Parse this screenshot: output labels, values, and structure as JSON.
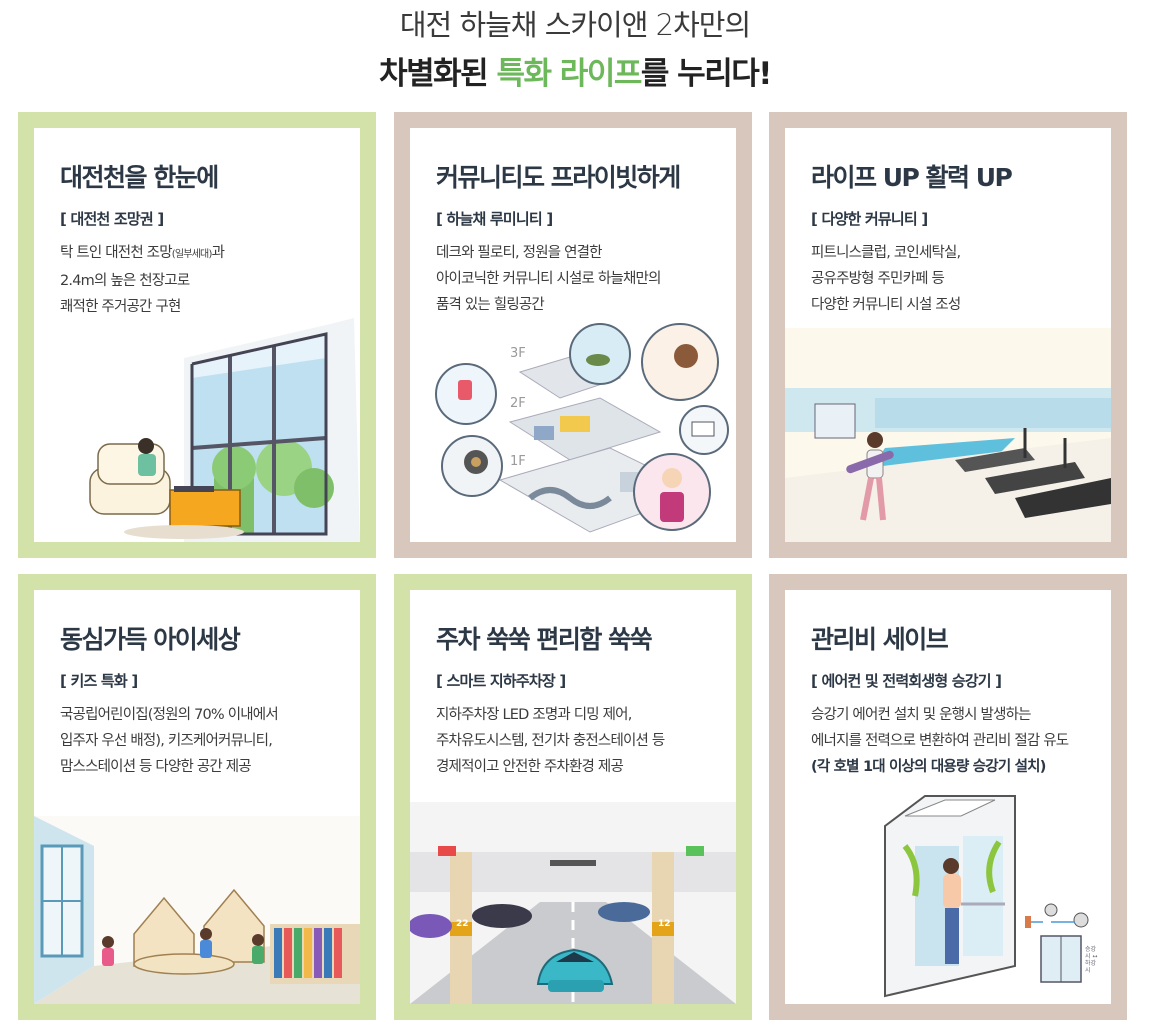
{
  "headline": {
    "line1": "대전 하늘채 스카이앤 2차만의",
    "line2_before": "차별화된 ",
    "line2_accent": "특화 라이프",
    "line2_after": "를 누리다!"
  },
  "colors": {
    "accent_green": "#6cb85a",
    "frame_green": "#d2e2a9",
    "frame_tan": "#d7c7bc",
    "title_navy": "#2c3845"
  },
  "cards": [
    {
      "title": "대전천을 한눈에",
      "subtitle": "[ 대전천 조망권 ]",
      "desc_line1_a": "탁 트인 대전천 조망",
      "desc_line1_small": "(일부세대)",
      "desc_line1_b": "과",
      "desc_line2": "2.4m의 높은 천장고로",
      "desc_line3": "쾌적한 주거공간 구현",
      "icon": "window-view-illustration"
    },
    {
      "title": "커뮤니티도 프라이빗하게",
      "subtitle": "[ 하늘채 루미니티 ]",
      "desc_line1": "데크와 필로티, 정원을 연결한",
      "desc_line2": "아이코닉한 커뮤니티 시설로 하늘채만의",
      "desc_line3": "품격 있는 힐링공간",
      "floors": [
        "3F",
        "2F",
        "1F"
      ],
      "icon": "community-map-illustration"
    },
    {
      "title": "라이프 UP 활력 UP",
      "subtitle": "[ 다양한 커뮤니티 ]",
      "desc_line1": "피트니스클럽, 코인세탁실,",
      "desc_line2": "공유주방형 주민카페 등",
      "desc_line3": "다양한 커뮤니티 시설 조성",
      "icon": "fitness-illustration"
    },
    {
      "title": "동심가득 아이세상",
      "subtitle": "[ 키즈 특화 ]",
      "desc_line1": "국공립어린이집(정원의 70% 이내에서",
      "desc_line2": "입주자 우선 배정), 키즈케어커뮤니티,",
      "desc_line3": "맘스스테이션 등 다양한 공간 제공",
      "icon": "kids-room-illustration"
    },
    {
      "title": "주차 쑥쑥 편리함 쑥쑥",
      "subtitle": "[ 스마트 지하주차장 ]",
      "desc_line1": "지하주차장 LED 조명과 디밍 제어,",
      "desc_line2": "주차유도시스템, 전기차 충전스테이션 등",
      "desc_line3": "경제적이고 안전한 주차환경 제공",
      "pillar_numbers": [
        "22",
        "12"
      ],
      "icon": "parking-illustration"
    },
    {
      "title": "관리비 세이브",
      "subtitle": "[ 에어컨 및 전력회생형 승강기 ]",
      "desc_line1": "승강기 에어컨 설치 및 운행시 발생하는",
      "desc_line2": "에너지를 전력으로 변환하여 관리비 절감 유도",
      "desc_line3": "(각 호별 1대 이상의 대용량 승강기 설치)",
      "elevator_caption": "승강시 ↔ 하강시",
      "icon": "elevator-illustration"
    }
  ]
}
